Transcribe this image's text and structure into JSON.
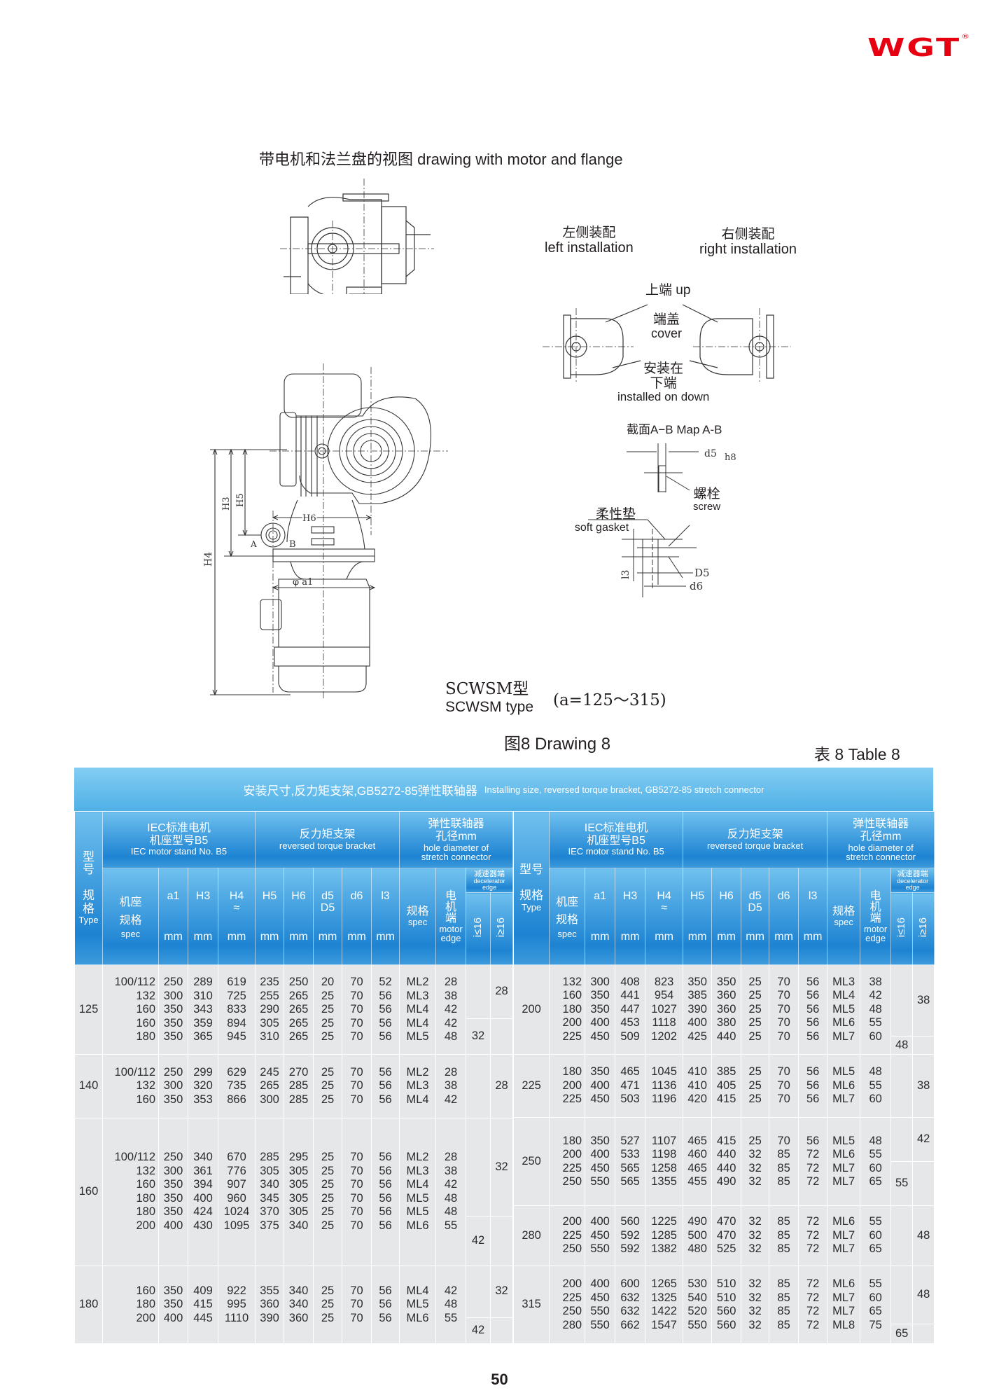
{
  "brand": {
    "logo_text": "WGT",
    "registered": "®",
    "color": "#e60012"
  },
  "drawing": {
    "title": "带电机和法兰盘的视图 drawing with motor and flange",
    "left_install_zh": "左侧装配",
    "left_install_en": "left installation",
    "right_install_zh": "右侧装配",
    "right_install_en": "right installation",
    "up": "上端 up",
    "cover_zh": "端盖",
    "cover_en": "cover",
    "installed_zh1": "安装在",
    "installed_zh2": "下端",
    "installed_en": "installed on down",
    "map_ab": "截面A−B  Map A-B",
    "screw_zh": "螺栓",
    "screw_en": "screw",
    "gasket_zh": "柔性垫",
    "gasket_en": "soft gasket",
    "dim_labels": {
      "d5": "d5",
      "h8": "h8",
      "D5": "D5",
      "d6": "d6",
      "l3": "l3",
      "H4": "H4",
      "H3": "H3",
      "H5": "H5",
      "H6": "H6",
      "A": "A",
      "B": "B",
      "a1": "φ a1"
    },
    "type_zh": "SCWSM型",
    "type_en": "SCWSM type",
    "range": "(a=125～315)",
    "figure": "图8  Drawing 8"
  },
  "table_label": "表 8  Table 8",
  "table": {
    "title_zh": "安装尺寸,反力矩支架,GB5272-85弹性联轴器",
    "title_en": "Installing size, reversed torque bracket, GB5272-85 stretch connector",
    "header": {
      "type_zh1": "型\n号",
      "type_zh2": "规\n格",
      "type_en": "Type",
      "type_zh1_r": "型号",
      "type_zh2_r": "规格",
      "iec_zh": "IEC标准电机\n机座型号B5",
      "iec_en": "IEC motor stand No. B5",
      "bracket_zh": "反力矩支架",
      "bracket_en": "reversed torque bracket",
      "coupling_zh": "弹性联轴器\n孔径mm",
      "coupling_en": "hole diameter of\nstretch connector",
      "frame_zh": "机座\n规格",
      "frame_en": "spec",
      "cols": [
        "a1",
        "H3",
        "H4\n≈",
        "H5",
        "H6",
        "d5\nD5",
        "d6",
        "l3"
      ],
      "mm": "mm",
      "spec_zh": "规格",
      "spec_en": "spec",
      "motor_zh": "电\n机\n端",
      "motor_en": "motor\nedge",
      "decel_zh": "减速器端",
      "decel_en": "decelerator\nedge",
      "le16": "i≤16",
      "ge16": "i≥16"
    },
    "left": [
      {
        "type": "125",
        "rows": [
          [
            "100/112",
            "250",
            "289",
            "619",
            "235",
            "250",
            "20",
            "70",
            "52",
            "ML2",
            "28"
          ],
          [
            "132",
            "300",
            "310",
            "725",
            "255",
            "265",
            "25",
            "70",
            "56",
            "ML3",
            "38"
          ],
          [
            "160",
            "350",
            "343",
            "833",
            "290",
            "265",
            "25",
            "70",
            "56",
            "ML4",
            "42"
          ],
          [
            "160",
            "350",
            "359",
            "894",
            "305",
            "265",
            "25",
            "70",
            "56",
            "ML4",
            "42"
          ],
          [
            "180",
            "350",
            "365",
            "945",
            "310",
            "265",
            "25",
            "70",
            "56",
            "ML5",
            "48"
          ]
        ],
        "le16": [
          {
            "v": "",
            "rows": 3
          },
          {
            "v": "32",
            "rows": 2
          }
        ],
        "ge16": [
          {
            "v": "28",
            "rows": 3
          },
          {
            "v": "",
            "rows": 2
          }
        ]
      },
      {
        "type": "140",
        "rows": [
          [
            "100/112",
            "250",
            "299",
            "629",
            "245",
            "270",
            "25",
            "70",
            "56",
            "ML2",
            "28"
          ],
          [
            "132",
            "300",
            "320",
            "735",
            "265",
            "285",
            "25",
            "70",
            "56",
            "ML3",
            "38"
          ],
          [
            "160",
            "350",
            "353",
            "866",
            "300",
            "285",
            "25",
            "70",
            "56",
            "ML4",
            "42"
          ]
        ],
        "le16": [
          {
            "v": "",
            "rows": 3
          }
        ],
        "ge16": [
          {
            "v": "28",
            "rows": 3
          }
        ]
      },
      {
        "type": "160",
        "rows": [
          [
            "100/112",
            "250",
            "340",
            "670",
            "285",
            "295",
            "25",
            "70",
            "56",
            "ML2",
            "28"
          ],
          [
            "132",
            "300",
            "361",
            "776",
            "305",
            "305",
            "25",
            "70",
            "56",
            "ML3",
            "38"
          ],
          [
            "160",
            "350",
            "394",
            "907",
            "340",
            "305",
            "25",
            "70",
            "56",
            "ML4",
            "42"
          ],
          [
            "180",
            "350",
            "400",
            "960",
            "345",
            "305",
            "25",
            "70",
            "56",
            "ML5",
            "48"
          ],
          [
            "180",
            "350",
            "424",
            "1024",
            "370",
            "305",
            "25",
            "70",
            "56",
            "ML5",
            "48"
          ],
          [
            "200",
            "400",
            "430",
            "1095",
            "375",
            "340",
            "25",
            "70",
            "56",
            "ML6",
            "55"
          ]
        ],
        "le16": [
          {
            "v": "",
            "rows": 4
          },
          {
            "v": "42",
            "rows": 2
          }
        ],
        "ge16": [
          {
            "v": "32",
            "rows": 4
          },
          {
            "v": "",
            "rows": 2
          }
        ]
      },
      {
        "type": "180",
        "rows": [
          [
            "160",
            "350",
            "409",
            "922",
            "355",
            "340",
            "25",
            "70",
            "56",
            "ML4",
            "42"
          ],
          [
            "180",
            "350",
            "415",
            "995",
            "360",
            "340",
            "25",
            "70",
            "56",
            "ML5",
            "48"
          ],
          [
            "200",
            "400",
            "445",
            "1110",
            "390",
            "360",
            "25",
            "70",
            "56",
            "ML6",
            "55"
          ]
        ],
        "le16": [
          {
            "v": "",
            "rows": 2
          },
          {
            "v": "42",
            "rows": 1
          }
        ],
        "ge16": [
          {
            "v": "32",
            "rows": 2
          },
          {
            "v": "",
            "rows": 1
          }
        ]
      }
    ],
    "right": [
      {
        "type": "200",
        "rows": [
          [
            "132",
            "300",
            "408",
            "823",
            "350",
            "350",
            "25",
            "70",
            "56",
            "ML3",
            "38"
          ],
          [
            "160",
            "350",
            "441",
            "954",
            "385",
            "360",
            "25",
            "70",
            "56",
            "ML4",
            "42"
          ],
          [
            "180",
            "350",
            "447",
            "1027",
            "390",
            "360",
            "25",
            "70",
            "56",
            "ML5",
            "48"
          ],
          [
            "200",
            "400",
            "453",
            "1118",
            "400",
            "380",
            "25",
            "70",
            "56",
            "ML6",
            "55"
          ],
          [
            "225",
            "450",
            "509",
            "1202",
            "425",
            "440",
            "25",
            "70",
            "56",
            "ML7",
            "60"
          ]
        ],
        "le16": [
          {
            "v": "",
            "rows": 4
          },
          {
            "v": "48",
            "rows": 1
          }
        ],
        "ge16": [
          {
            "v": "38",
            "rows": 4
          },
          {
            "v": "",
            "rows": 1
          }
        ]
      },
      {
        "type": "225",
        "rows": [
          [
            "180",
            "350",
            "465",
            "1045",
            "410",
            "385",
            "25",
            "70",
            "56",
            "ML5",
            "48"
          ],
          [
            "200",
            "400",
            "471",
            "1136",
            "410",
            "405",
            "25",
            "70",
            "56",
            "ML6",
            "55"
          ],
          [
            "225",
            "450",
            "503",
            "1196",
            "420",
            "415",
            "25",
            "70",
            "56",
            "ML7",
            "60"
          ]
        ],
        "le16": [
          {
            "v": "",
            "rows": 3
          }
        ],
        "ge16": [
          {
            "v": "38",
            "rows": 3
          }
        ]
      },
      {
        "type": "250",
        "rows": [
          [
            "180",
            "350",
            "527",
            "1107",
            "465",
            "415",
            "25",
            "70",
            "56",
            "ML5",
            "48"
          ],
          [
            "200",
            "400",
            "533",
            "1198",
            "460",
            "440",
            "32",
            "85",
            "72",
            "ML6",
            "55"
          ],
          [
            "225",
            "450",
            "565",
            "1258",
            "465",
            "440",
            "32",
            "85",
            "72",
            "ML7",
            "60"
          ],
          [
            "250",
            "550",
            "565",
            "1355",
            "455",
            "490",
            "32",
            "85",
            "72",
            "ML7",
            "65"
          ]
        ],
        "le16": [
          {
            "v": "",
            "rows": 2
          },
          {
            "v": "55",
            "rows": 2
          }
        ],
        "ge16": [
          {
            "v": "42",
            "rows": 2
          },
          {
            "v": "",
            "rows": 2
          }
        ]
      },
      {
        "type": "280",
        "rows": [
          [
            "200",
            "400",
            "560",
            "1225",
            "490",
            "470",
            "32",
            "85",
            "72",
            "ML6",
            "55"
          ],
          [
            "225",
            "450",
            "592",
            "1285",
            "500",
            "470",
            "32",
            "85",
            "72",
            "ML7",
            "60"
          ],
          [
            "250",
            "550",
            "592",
            "1382",
            "480",
            "525",
            "32",
            "85",
            "72",
            "ML7",
            "65"
          ]
        ],
        "le16": [
          {
            "v": "",
            "rows": 3
          }
        ],
        "ge16": [
          {
            "v": "48",
            "rows": 3
          }
        ]
      },
      {
        "type": "315",
        "rows": [
          [
            "200",
            "400",
            "600",
            "1265",
            "530",
            "510",
            "32",
            "85",
            "72",
            "ML6",
            "55"
          ],
          [
            "225",
            "450",
            "632",
            "1325",
            "540",
            "510",
            "32",
            "85",
            "72",
            "ML7",
            "60"
          ],
          [
            "250",
            "550",
            "632",
            "1422",
            "520",
            "560",
            "32",
            "85",
            "72",
            "ML7",
            "65"
          ],
          [
            "280",
            "550",
            "662",
            "1547",
            "550",
            "560",
            "32",
            "85",
            "72",
            "ML8",
            "75"
          ]
        ],
        "le16": [
          {
            "v": "",
            "rows": 3
          },
          {
            "v": "65",
            "rows": 1
          }
        ],
        "ge16": [
          {
            "v": "48",
            "rows": 3
          },
          {
            "v": "",
            "rows": 1
          }
        ]
      }
    ]
  },
  "page_number": "50"
}
